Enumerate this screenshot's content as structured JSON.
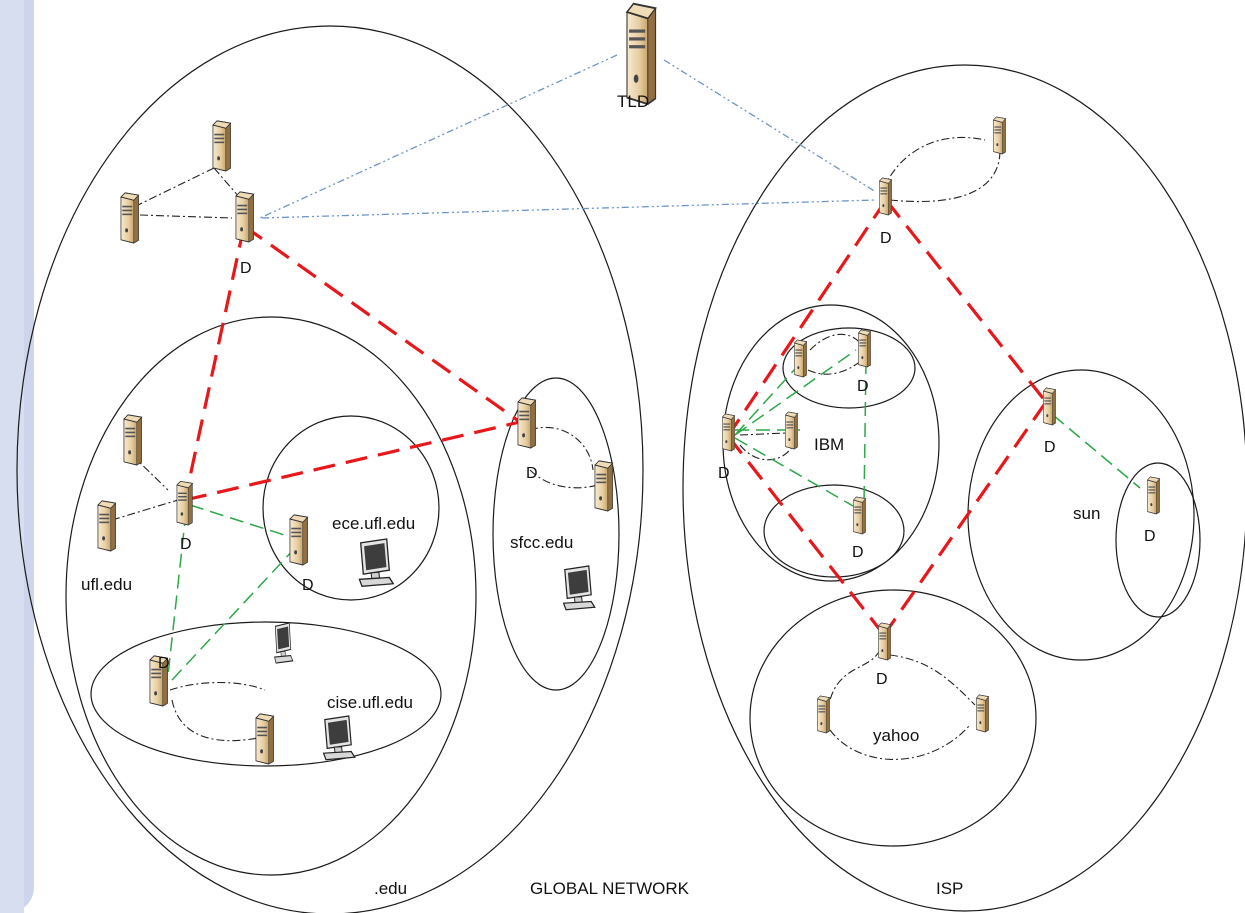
{
  "labels": {
    "tld": "TLD",
    "edu": ".edu",
    "global": "GLOBAL NETWORK",
    "isp": "ISP",
    "ufl": "ufl.edu",
    "ece": "ece.ufl.edu",
    "cise": "cise.ufl.edu",
    "sfcc": "sfcc.edu",
    "ibm": "IBM",
    "sun": "sun",
    "yahoo": "yahoo",
    "d": "D"
  },
  "colors": {
    "backbone_link": "#e8171b",
    "local_link": "#2ea84a",
    "tld_link": "#6f95c8",
    "peer_link": "#222222",
    "sidebar": "#ccd5ec"
  }
}
